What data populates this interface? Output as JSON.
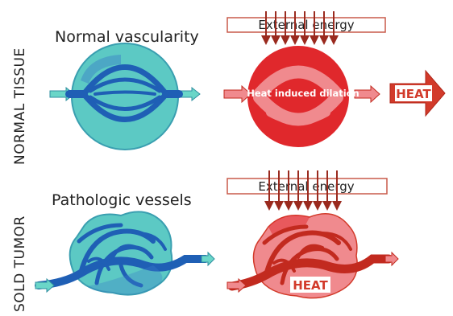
{
  "row_labels": {
    "top": "NORMAL TISSUE",
    "bottom": "SOLD TUMOR"
  },
  "panels": {
    "normal_title": "Normal vascularity",
    "pathologic_title": "Pathologic vessels",
    "external_energy_top": "External energy",
    "external_energy_bottom": "External energy",
    "dilation_label": "Heat induced dilation",
    "heat_arrow_label": "HEAT",
    "tumor_heat_label": "HEAT"
  },
  "colors": {
    "tissue_fill": "#5cc9c4",
    "tissue_dark": "#3a9fb0",
    "vessel_blue": "#1f5fb5",
    "vessel_blue_light": "#6aa3dc",
    "heated_fill": "#f08a8e",
    "heated_dark": "#e0282c",
    "vessel_red": "#c22a1f",
    "arrow_red": "#d23a2a",
    "energy_box_stroke": "#c85a4a",
    "energy_arrow": "#9a2a1e",
    "text_dark": "#222222",
    "white": "#ffffff"
  }
}
